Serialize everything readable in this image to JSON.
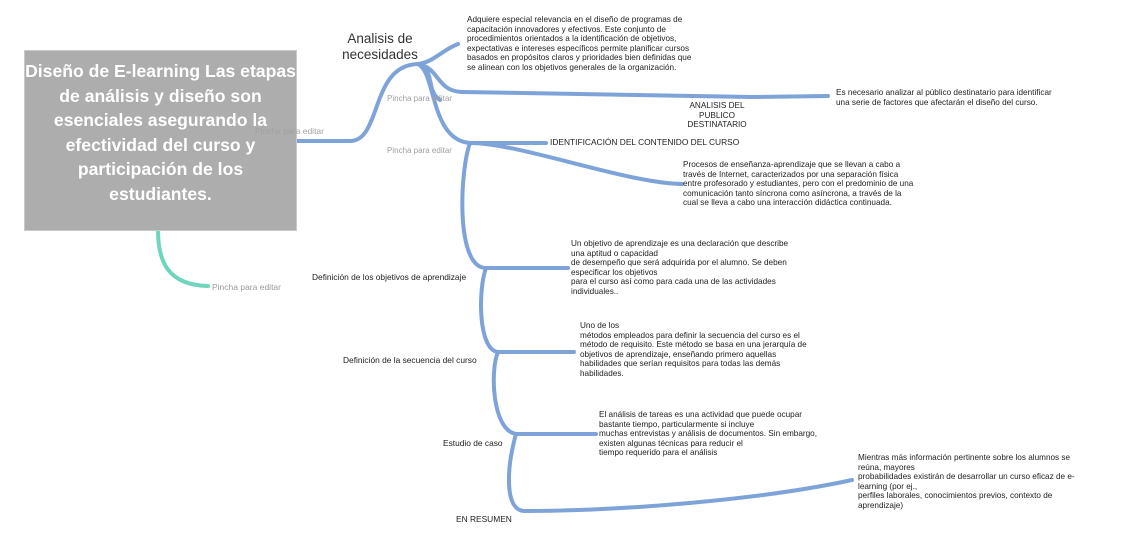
{
  "central_topic": "Diseño de E-learning Las etapas de análisis y diseño son esenciales asegurando la efectividad del curso y participación de los estudiantes.",
  "placeholder_hint": "Pincha para editar",
  "colors": {
    "branch_blue": "#7ea3d9",
    "branch_green": "#6fd6bd",
    "central_bg": "#adadad"
  },
  "branches": {
    "analisis": {
      "title": "Analisis de\nnecesidades",
      "relevance_note": "Adquiere especial relevancia en el diseño de programas de\ncapacitación innovadores y efectivos. Este conjunto de\nprocedimientos orientados a la identificación de objetivos,\nexpectativas e intereses específicos permite planificar cursos\nbasados en propósitos claros y prioridades bien definidas que\nse alinean con los objetivos generales de la organización.",
      "publico_label": "ANALISIS DEL\nPUBLICO\nDESTINATARIO",
      "publico_note": "Es necesario analizar al público destinatario para identificar\nuna serie de factores que afectarán el diseño del curso.",
      "contenido_label": "IDENTIFICACIÓN DEL CONTENIDO DEL CURSO",
      "contenido_note": "Procesos de enseñanza-aprendizaje que se llevan a cabo a\ntravés de Internet, caracterizados por una separación física\nentre profesorado y estudiantes, pero con el predominio de una\ncomunicación tanto síncrona como asíncrona, a través de la\ncual se lleva a cabo una interacción didáctica continuada."
    },
    "objetivos": {
      "label": "Definición de los objetivos de aprendizaje",
      "note": "Un objetivo de aprendizaje es una declaración que describe\nuna aptitud o capacidad\nde desempeño que será adquirida por el alumno. Se deben\nespecificar los objetivos\npara el curso así como para cada una de las actividades\nindividuales.."
    },
    "secuencia": {
      "label": "Definición de la secuencia del curso",
      "note": "Uno de los\nmétodos empleados para definir la secuencia del curso es el\nmétodo de requisito. Este método se basa en una jerarquía de\nobjetivos de aprendizaje, enseñando primero aquellas\nhabilidades que serían requisitos para todas las demás\nhabilidades."
    },
    "caso": {
      "label": "Estudio de caso",
      "note": "El análisis de tareas es una actividad que puede ocupar\nbastante tiempo, particularmente si incluye\nmuchas entrevistas y análisis de documentos. Sin embargo,\nexisten algunas técnicas para reducir el\ntiempo requerido para el análisis"
    },
    "resumen": {
      "label": "EN RESUMEN",
      "note": "Mientras más información pertinente sobre los alumnos se\nreúna, mayores\nprobabilidades existirán de desarrollar un curso eficaz de e-\nlearning (por ej.,\nperfiles laborales, conocimientos previos, contexto de\naprendizaje)"
    }
  }
}
